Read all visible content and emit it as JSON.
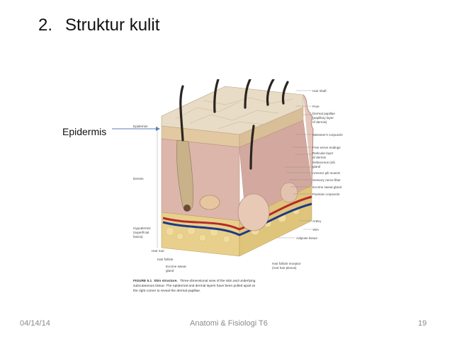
{
  "slide": {
    "title_number": "2.",
    "title_text": "Struktur kulit",
    "callout": "Epidermis"
  },
  "figure": {
    "labels_right": [
      "Hair shaft",
      "Pore",
      "Dermal papillae",
      "(papillary layer",
      "of dermis)",
      "Meissner's corpuscle",
      "Free nerve endings",
      "Reticular layer",
      "of dermis",
      "Sebaceous (oil)",
      "gland",
      "Arrector pili muscle",
      "Sensory nerve fiber",
      "Eccrine sweat gland",
      "Pacinian corpuscle",
      "Artery",
      "Vein",
      "Adipose tissue"
    ],
    "labels_left": [
      "Epidermis",
      "Dermis",
      "Hypodermis",
      "(superficial",
      "fascia)"
    ],
    "labels_bottom": [
      "Hair root",
      "Hair follicle",
      "Eccrine sweat",
      "gland",
      "Hair follicle receptor",
      "(root hair plexus)"
    ],
    "caption_title": "FIGURE 5.1",
    "caption_bold": "Skin structure.",
    "caption_line1": "Three-dimensional view of the skin and underlying",
    "caption_line2": "subcutaneous tissue. The epidermal and dermal layers have been pulled apart at",
    "caption_line3": "the right corner to reveal the dermal papillae."
  },
  "footer": {
    "date": "04/14/14",
    "center": "Anatomi & Fisiologi T6",
    "page": "19"
  },
  "colors": {
    "epidermis": "#e6d3b4",
    "dermis": "#d9b2a7",
    "hypodermis": "#e6cf8a",
    "hair": "#2b2420",
    "artery": "#b62a2a",
    "vein": "#1e3a86"
  }
}
